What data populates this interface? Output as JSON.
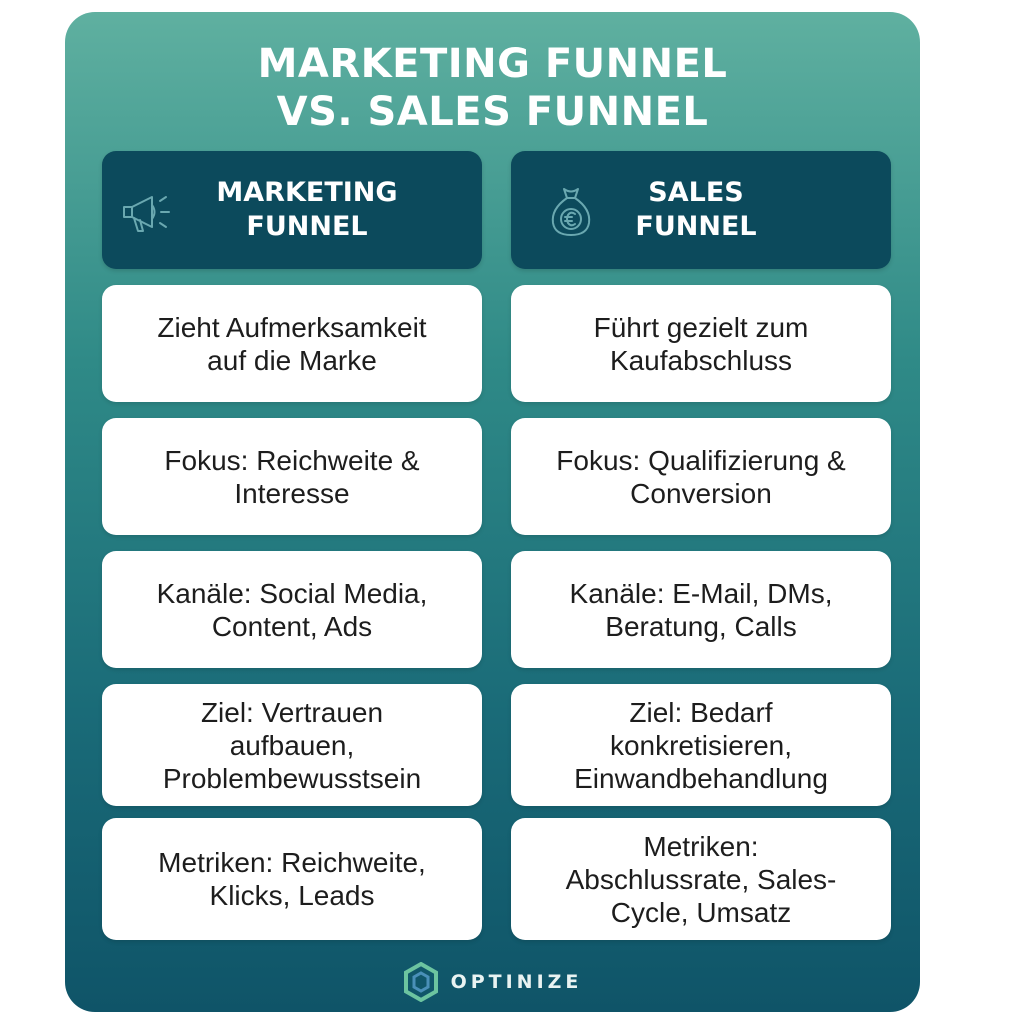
{
  "title": {
    "line1": "MARKETING FUNNEL",
    "line2": "VS. SALES FUNNEL"
  },
  "columns": [
    {
      "header": {
        "line1": "MARKETING",
        "line2": "FUNNEL",
        "icon": "megaphone-icon"
      },
      "rows": [
        [
          "Zieht Aufmerksamkeit",
          "auf die Marke"
        ],
        [
          "Fokus: Reichweite &",
          "Interesse"
        ],
        [
          "Kanäle: Social Media,",
          "Content, Ads"
        ],
        [
          "Ziel: Vertrauen",
          "aufbauen,",
          "Problembewusstsein"
        ],
        [
          "Metriken: Reichweite,",
          "Klicks, Leads"
        ]
      ]
    },
    {
      "header": {
        "line1": "SALES",
        "line2": "FUNNEL",
        "icon": "money-bag-euro-icon"
      },
      "rows": [
        [
          "Führt gezielt zum",
          "Kaufabschluss"
        ],
        [
          "Fokus: Qualifizierung &",
          "Conversion"
        ],
        [
          "Kanäle: E-Mail, DMs,",
          "Beratung, Calls"
        ],
        [
          "Ziel: Bedarf",
          "konkretisieren,",
          "Einwandbehandlung"
        ],
        [
          "Metriken:",
          "Abschlussrate, Sales-",
          "Cycle, Umsatz"
        ]
      ]
    }
  ],
  "footer": {
    "brand": "OPTINIZE",
    "icon": "hexagon-logo-icon"
  },
  "colors": {
    "header_bg": "#0c4a5c",
    "gradient_top": "#5fb0a0",
    "gradient_bottom": "#0f5468",
    "box_bg": "#ffffff",
    "logo_accent": "#6cc4a0"
  }
}
